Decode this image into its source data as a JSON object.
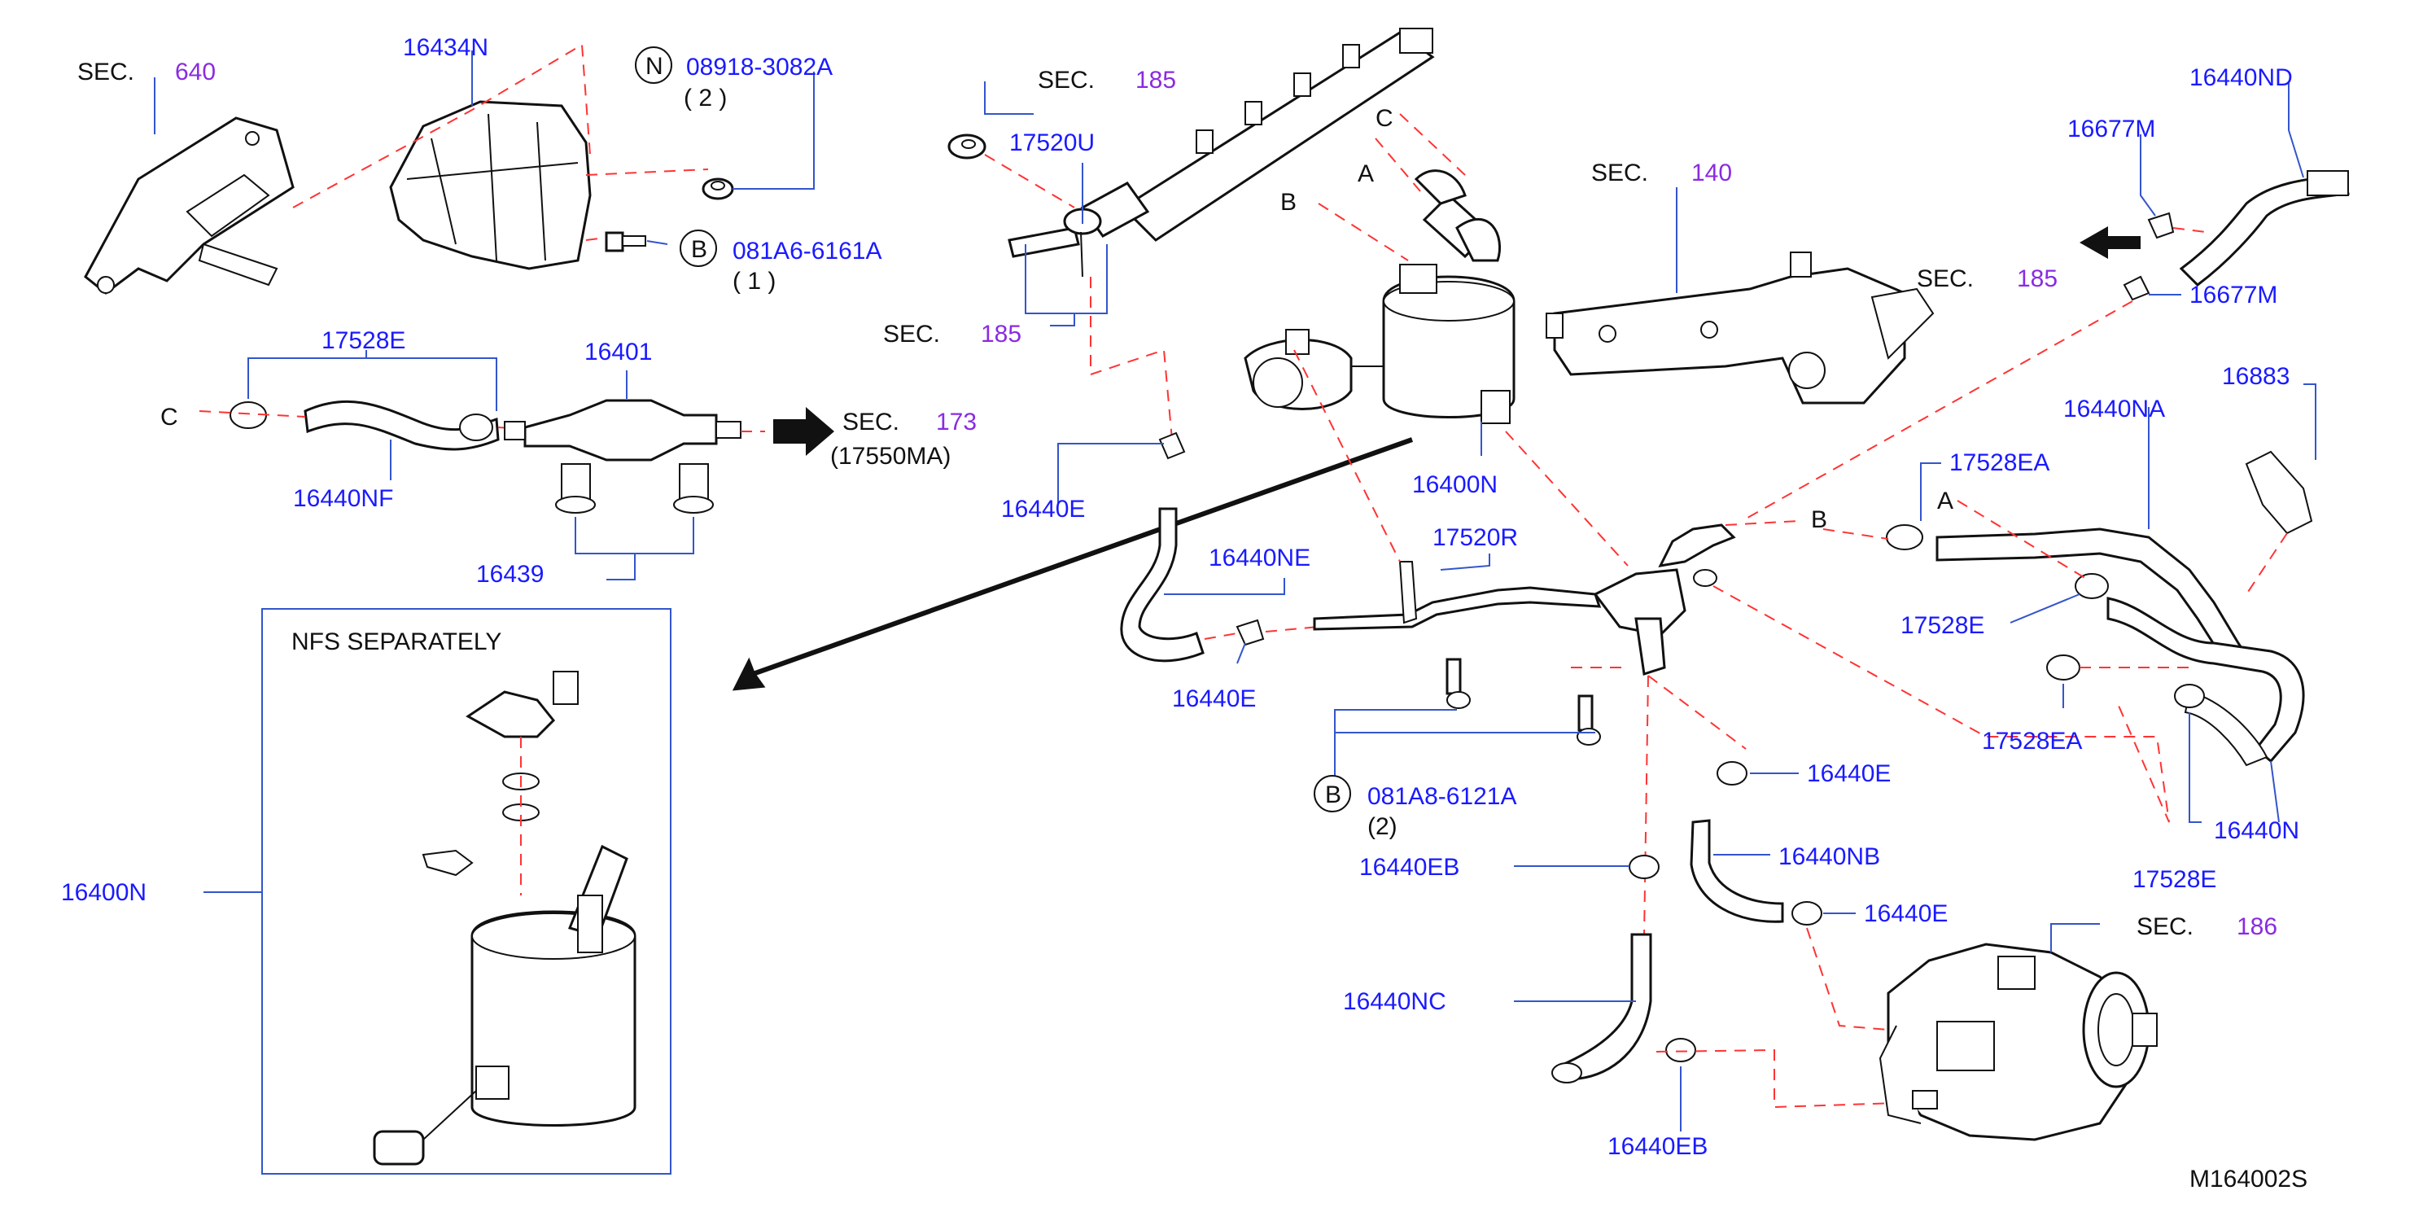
{
  "diagram": {
    "sec_label": "SEC.",
    "refs": {
      "sec640": "640",
      "sec185a": "185",
      "sec185b": "185",
      "sec185c": "185",
      "sec140": "140",
      "sec173": "173",
      "sec186": "186"
    },
    "parts": {
      "p16434N": "16434N",
      "p08918": "08918-3082A",
      "q2": "( 2 )",
      "p081A6": "081A6-6161A",
      "q1": "( 1 )",
      "p17528E_top": "17528E",
      "p16401": "16401",
      "p17550MA": "(17550MA)",
      "p16440NF": "16440NF",
      "p16439": "16439",
      "p17520U": "17520U",
      "p16440E_a": "16440E",
      "p16440NE": "16440NE",
      "p16440E_b": "16440E",
      "p17520R": "17520R",
      "p16400N_mid": "16400N",
      "p081A8": "081A8-6121A",
      "q2b": "(2)",
      "p16440E_c": "16440E",
      "p16440NB": "16440NB",
      "p16440EB_a": "16440EB",
      "p16440E_d": "16440E",
      "p16440NC": "16440NC",
      "p16440EB_b": "16440EB",
      "p16440ND": "16440ND",
      "p16677M_a": "16677M",
      "p16677M_b": "16677M",
      "p16883": "16883",
      "p16440NA": "16440NA",
      "p17528EA_a": "17528EA",
      "p17528E_r": "17528E",
      "p17528EA_b": "17528EA",
      "p16440N": "16440N",
      "p17528E_b": "17528E",
      "p16400N_left": "16400N"
    },
    "letters": {
      "A1": "A",
      "B1": "B",
      "C1": "C",
      "C_left": "C",
      "B_mid": "B",
      "A_mid": "A",
      "circN": "N",
      "circB1": "B",
      "circB2": "B"
    },
    "nfs_title": "NFS   SEPARATELY",
    "diagram_code": "M164002S"
  }
}
